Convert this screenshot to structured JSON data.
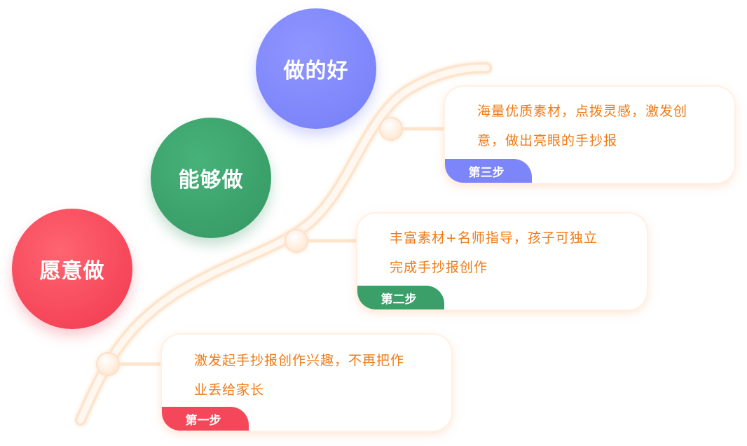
{
  "circles": [
    {
      "label": "愿意做",
      "color": "#f54659"
    },
    {
      "label": "能够做",
      "color": "#3a9f69"
    },
    {
      "label": "做的好",
      "color": "#7d85fa"
    }
  ],
  "steps": [
    {
      "tag": "第一步",
      "lines": [
        "激发起手抄报创作兴趣，不再把作",
        "业丢给家长"
      ],
      "color": "#f5475a"
    },
    {
      "tag": "第二步",
      "lines": [
        "丰富素材+名师指导，孩子可独立",
        "完成手抄报创作"
      ],
      "color": "#3a9f69"
    },
    {
      "tag": "第三步",
      "lines": [
        "海量优质素材，点拨灵感，激发创",
        "意，做出亮眼的手抄报"
      ],
      "color": "#7d85fa"
    }
  ],
  "colors": {
    "text_accent": "#f07a15",
    "curve": "#fff1e2"
  }
}
